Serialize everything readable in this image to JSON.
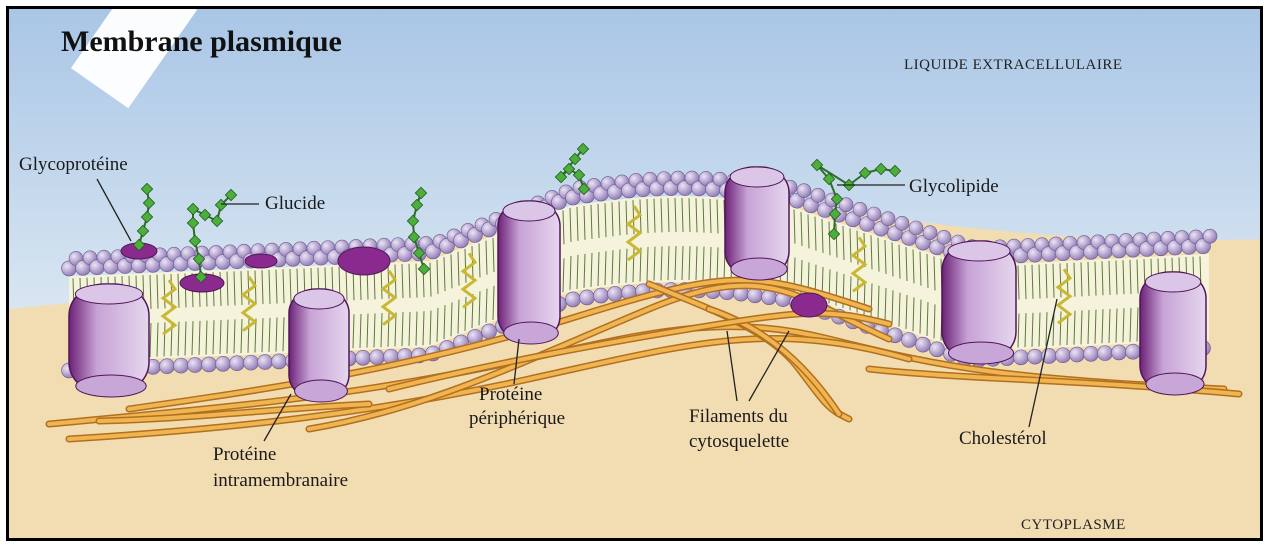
{
  "title": "Membrane plasmique",
  "regions": {
    "outside": "LIQUIDE EXTRACELLULAIRE",
    "inside": "CYTOPLASME"
  },
  "labels": {
    "glycoproteine": "Glycoprotéine",
    "glucide": "Glucide",
    "glycolipide": "Glycolipide",
    "proteine_peripherique": [
      "Protéine",
      "périphérique"
    ],
    "proteine_intramembranaire": [
      "Protéine",
      "intramembranaire"
    ],
    "filaments": [
      "Filaments du",
      "cytosquelette"
    ],
    "cholesterol": "Cholestérol"
  },
  "colors": {
    "extracellular": "#cfe0f0",
    "cytoplasm": "#f3dcb0",
    "phospholipid_head": "#b7a2d6",
    "protein": "#c9a6d8",
    "protein_dark": "#7a2d80",
    "carbohydrate": "#3f9a3a",
    "filament": "#e0a040",
    "cholesterol": "#d8c84a"
  }
}
